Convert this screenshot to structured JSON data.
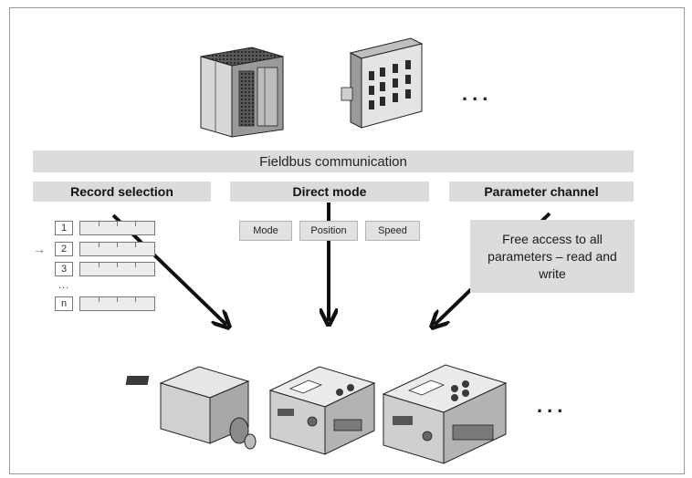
{
  "top_devices": {
    "ellipsis": "..."
  },
  "fieldbus": {
    "label": "Fieldbus communication"
  },
  "headers": {
    "record_selection": "Record selection",
    "direct_mode": "Direct mode",
    "parameter_channel": "Parameter channel"
  },
  "record_list": {
    "rows": [
      "1",
      "2",
      "3",
      "n"
    ],
    "ellipsis": "..."
  },
  "direct_mode": {
    "items": [
      "Mode",
      "Position",
      "Speed"
    ]
  },
  "parameter_channel": {
    "description": "Free access to all parameters – read and write"
  },
  "bottom_devices": {
    "ellipsis": "..."
  },
  "icons": [
    "plc-controller-icon",
    "io-module-icon",
    "servo-motor-icon",
    "motor-controller-icon",
    "motor-controller-large-icon",
    "arrow-icon"
  ]
}
